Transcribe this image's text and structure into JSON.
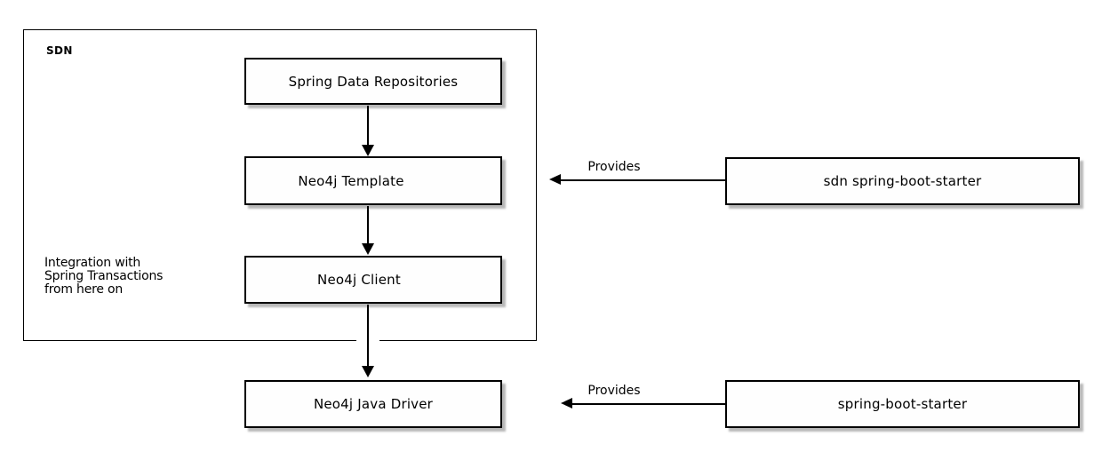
{
  "diagram": {
    "group": {
      "label": "SDN",
      "note": "Integration with\nSpring Transactions\nfrom here on"
    },
    "nodes": {
      "spring_data_repositories": "Spring Data Repositories",
      "neo4j_template": "Neo4j Template",
      "neo4j_client": "Neo4j Client",
      "neo4j_java_driver": "Neo4j Java Driver",
      "sdn_spring_boot_starter": "sdn spring-boot-starter",
      "spring_boot_starter": "spring-boot-starter"
    },
    "edges": {
      "provides_top": "Provides",
      "provides_bottom": "Provides"
    },
    "colors": {
      "line": "#000000",
      "node_fill": "#fefefe",
      "background": "#ffffff",
      "text": "#000000"
    }
  }
}
